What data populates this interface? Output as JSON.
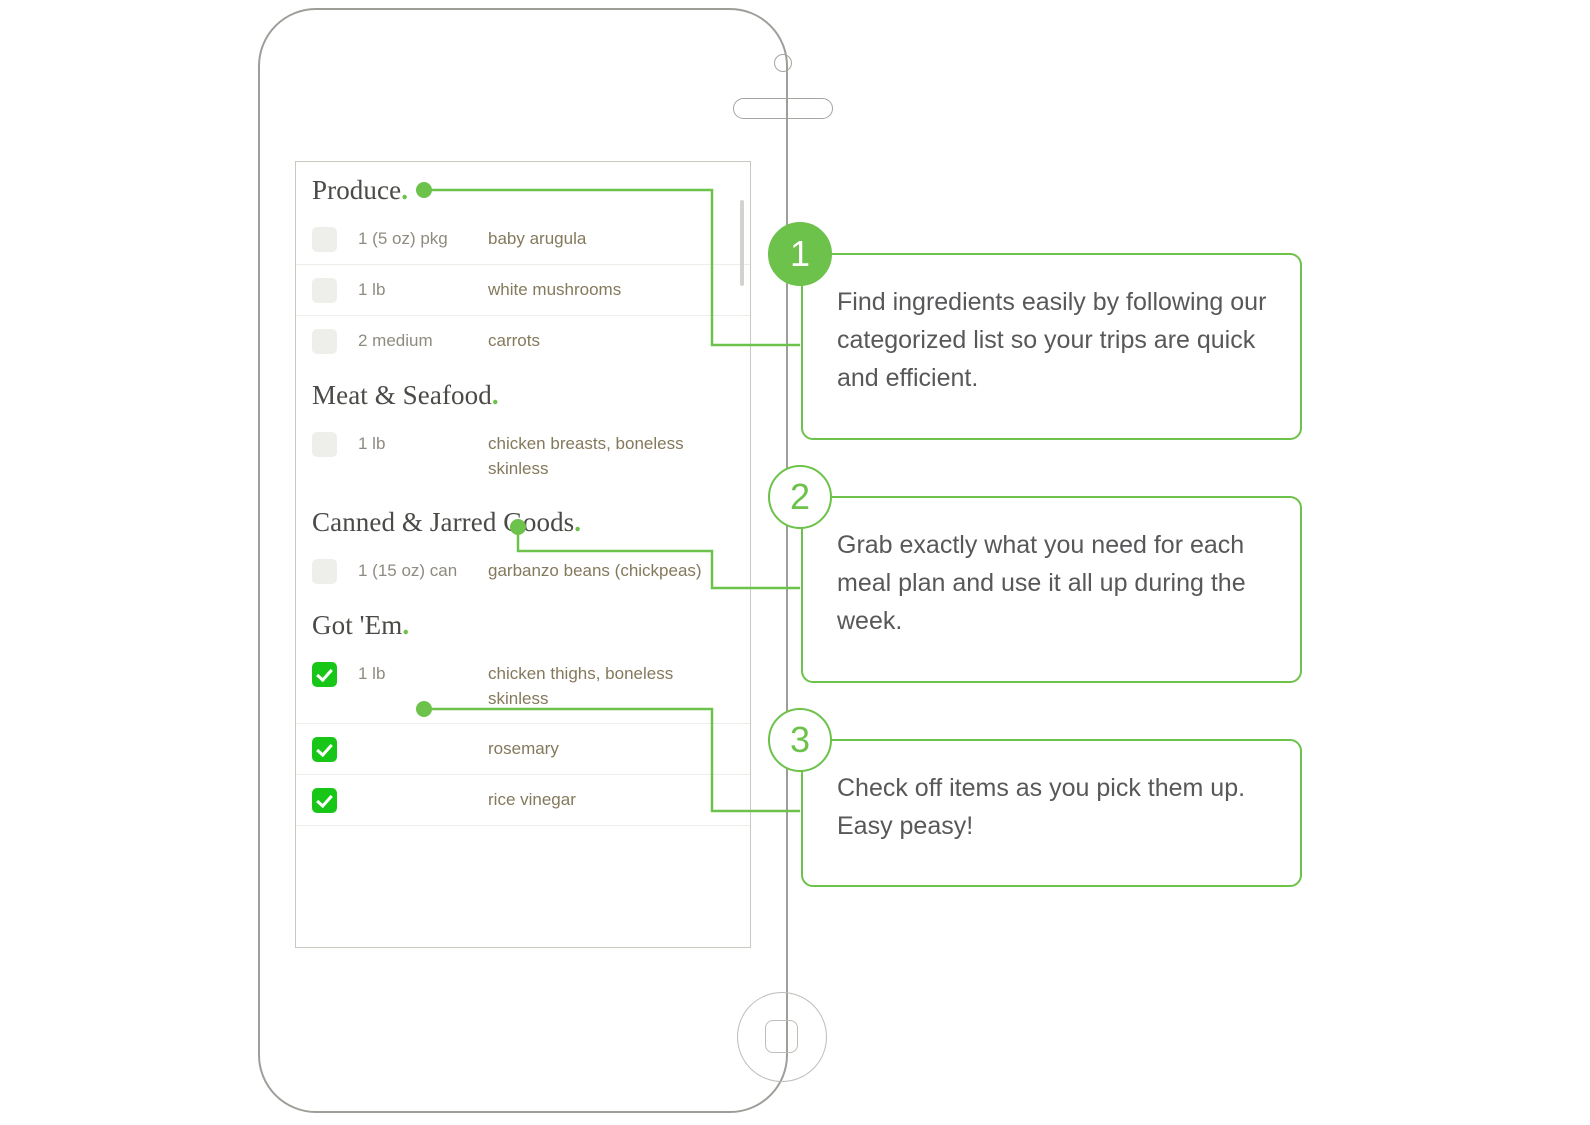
{
  "theme": {
    "accent_green": "#6cc24a",
    "checkbox_green": "#18c618",
    "frame_gray": "#9e9e99",
    "item_name_color": "#84795c",
    "quantity_color": "#8f8b80",
    "callout_text_color": "#58585a"
  },
  "phone": {
    "camera_icon": "camera-icon",
    "speaker_icon": "speaker-grill-icon",
    "home_button_icon": "home-button-icon"
  },
  "grocery_list": {
    "sections": [
      {
        "title": "Produce",
        "period": ".",
        "has_connector_dot": true,
        "items": [
          {
            "checked": false,
            "qty": "1 (5 oz) pkg",
            "name": "baby arugula"
          },
          {
            "checked": false,
            "qty": "1 lb",
            "name": "white mushrooms"
          },
          {
            "checked": false,
            "qty": "2 medium",
            "name": "carrots"
          }
        ]
      },
      {
        "title": "Meat & Seafood",
        "period": ".",
        "has_connector_dot": false,
        "items": [
          {
            "checked": false,
            "qty": "1 lb",
            "name": "chicken breasts, boneless skinless"
          }
        ]
      },
      {
        "title": "Canned & Jarred Goods",
        "period": ".",
        "has_connector_dot": false,
        "items": [
          {
            "checked": false,
            "qty": "1 (15 oz) can",
            "name": "garbanzo beans (chickpeas)"
          }
        ]
      },
      {
        "title": "Got 'Em",
        "period": ".",
        "has_connector_dot": true,
        "items": [
          {
            "checked": true,
            "qty": "1 lb",
            "name": "chicken thighs, boneless skinless"
          },
          {
            "checked": true,
            "qty": "",
            "name": "rosemary"
          },
          {
            "checked": true,
            "qty": "",
            "name": "rice vinegar"
          }
        ]
      }
    ]
  },
  "callouts": [
    {
      "number": "1",
      "style": "filled",
      "text": "Find ingredients easily by following our categorized list so your trips are quick and efficient."
    },
    {
      "number": "2",
      "style": "outline",
      "text": "Grab exactly what you need for each meal plan and use it all up during the week."
    },
    {
      "number": "3",
      "style": "outline",
      "text": "Check off items as you pick them up. Easy peasy!"
    }
  ]
}
